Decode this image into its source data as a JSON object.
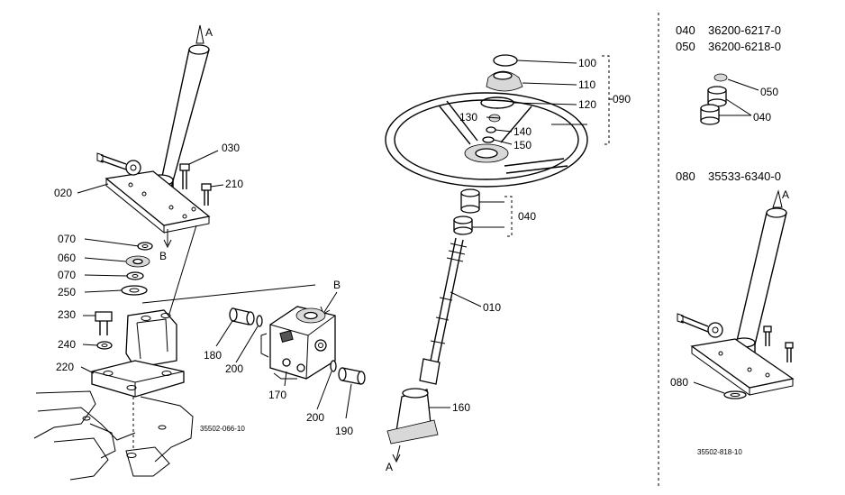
{
  "diagram": {
    "left_refs": {
      "arrow_a": "A",
      "arrow_b": "B",
      "p030": "030",
      "p210": "210",
      "p020": "020",
      "p070a": "070",
      "p060": "060",
      "p070b": "070",
      "p250": "250",
      "p230": "230",
      "p240": "240",
      "p220": "220",
      "drawing_code": "35502-066-10"
    },
    "middle_refs": {
      "arrow_b": "B",
      "p180": "180",
      "p200a": "200",
      "p170": "170",
      "p200b": "200",
      "p190": "190"
    },
    "wheel_refs": {
      "p100": "100",
      "p110": "110",
      "p120": "120",
      "p090": "090",
      "p130": "130",
      "p140": "140",
      "p150": "150",
      "p040": "040",
      "p010": "010",
      "p160": "160",
      "arrow_a": "A"
    },
    "right_panel": {
      "row1_ref": "040",
      "row1_part": "36200-6217-0",
      "row2_ref": "050",
      "row2_part": "36200-6218-0",
      "p050": "050",
      "p040": "040",
      "row3_ref": "080",
      "row3_part": "35533-6340-0",
      "arrow_a": "A",
      "p080": "080",
      "drawing_code": "35502-818-10"
    }
  }
}
